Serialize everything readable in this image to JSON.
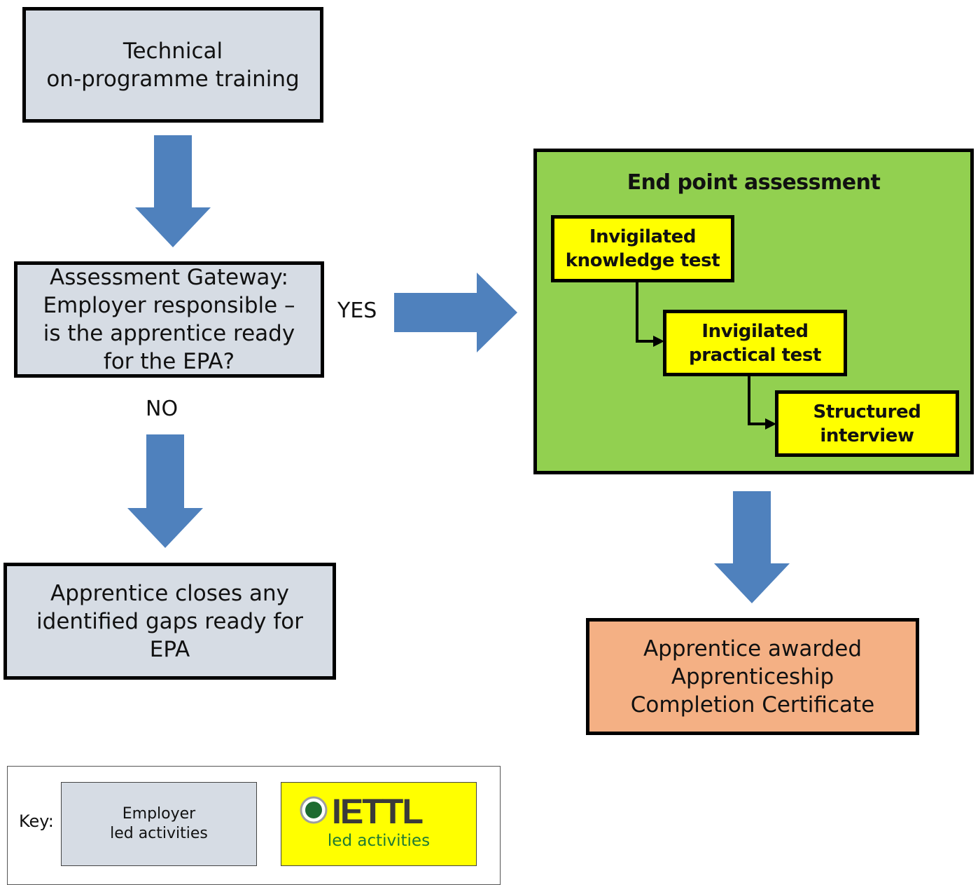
{
  "boxes": {
    "training": [
      "Technical",
      "on-programme training"
    ],
    "gateway": [
      "Assessment Gateway:",
      "Employer responsible –",
      "is the apprentice ready",
      "for the EPA?"
    ],
    "gaps": [
      "Apprentice closes any",
      "identified gaps ready for",
      "EPA"
    ],
    "epa_title": "End point assessment",
    "knowledge_test": [
      "Invigilated",
      "knowledge test"
    ],
    "practical_test": [
      "Invigilated",
      "practical test"
    ],
    "interview": [
      "Structured",
      "interview"
    ],
    "award": [
      "Apprentice awarded",
      "Apprenticeship",
      "Completion Certificate"
    ]
  },
  "flow_labels": {
    "yes": "YES",
    "no": "NO"
  },
  "key": {
    "label": "Key:",
    "employer": [
      "Employer",
      "led activities"
    ],
    "iettl_logo": "IETTL",
    "iettl_label": "led activities"
  },
  "colors": {
    "employer_grey": "#d6dce4",
    "epa_green": "#92d050",
    "iettl_yellow": "#ffff00",
    "award_orange": "#f4b084",
    "arrow_blue": "#4f81bd",
    "logo_green": "#1e7a34"
  }
}
